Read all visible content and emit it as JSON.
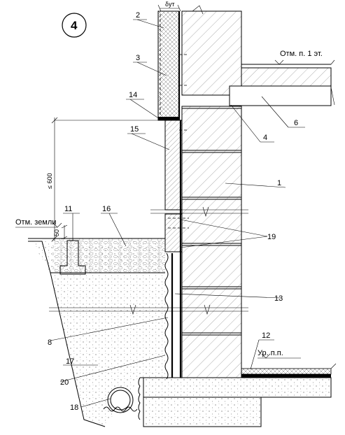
{
  "drawing": {
    "sheet_number": "4",
    "leaders": [
      "1",
      "2",
      "3",
      "4",
      "6",
      "8",
      "11",
      "12",
      "13",
      "14",
      "15",
      "16",
      "17",
      "18",
      "19",
      "20"
    ],
    "text_labels": {
      "floor_level": "Отм. п. 1 эт.",
      "ground_level": "Отм. земли",
      "floor_surface_level": "Ур. п.п.",
      "insulation_thickness": "δут",
      "height_dimension": "≤ 600",
      "small_dimension": "50"
    }
  }
}
